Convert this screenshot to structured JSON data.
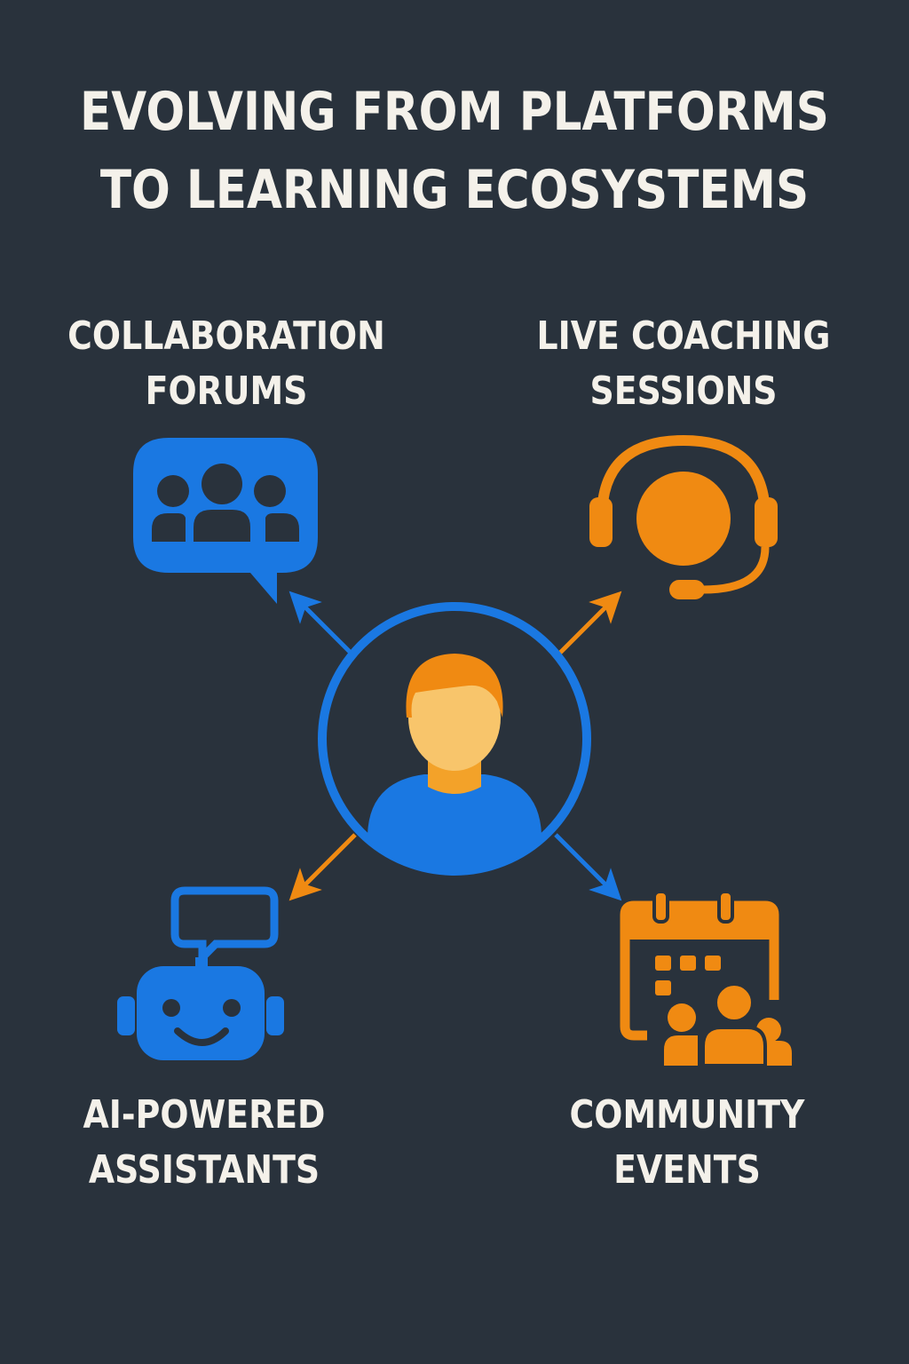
{
  "title": {
    "line1": "EVOLVING FROM PLATFORMS",
    "line2": "TO LEARNING ECOSYSTEMS"
  },
  "nodes": [
    {
      "id": "collaboration",
      "line1": "COLLABORATION",
      "line2": "FORUMS",
      "icon": "chat-group-icon",
      "color": "#1a78e2"
    },
    {
      "id": "coaching",
      "line1": "LIVE COACHING",
      "line2": "SESSIONS",
      "icon": "headset-icon",
      "color": "#f08a12"
    },
    {
      "id": "ai",
      "line1": "AI-POWERED",
      "line2": "ASSISTANTS",
      "icon": "robot-icon",
      "color": "#1a78e2"
    },
    {
      "id": "community",
      "line1": "COMMUNITY",
      "line2": "EVENTS",
      "icon": "calendar-group-icon",
      "color": "#f08a12"
    }
  ],
  "center": {
    "icon": "learner-avatar-icon"
  },
  "colors": {
    "background": "#29323c",
    "blue": "#1a78e2",
    "orange": "#f08a12",
    "skin": "#f8c56b",
    "text": "#f4f1ea"
  }
}
